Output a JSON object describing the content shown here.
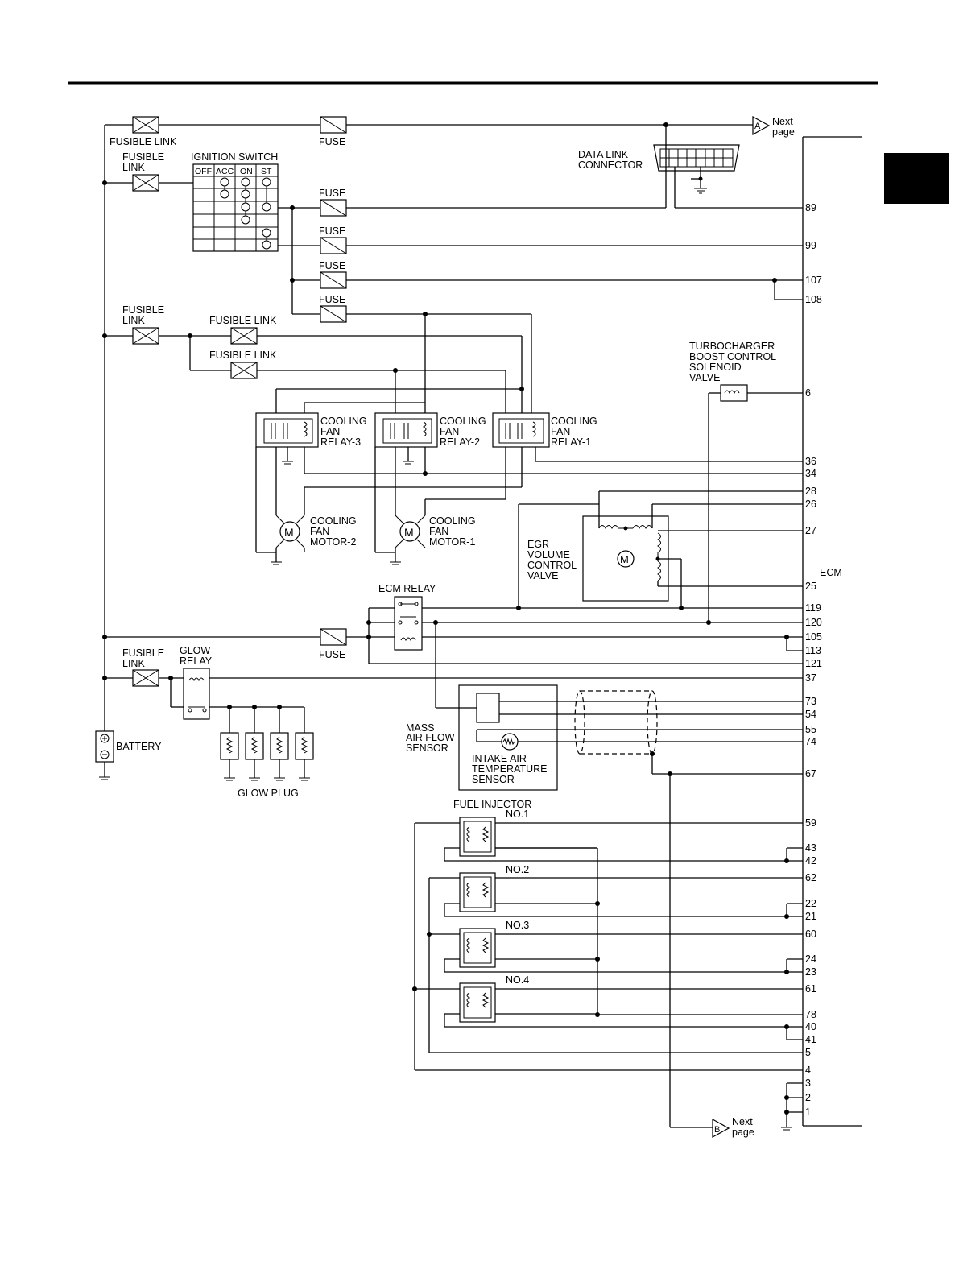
{
  "ecm": {
    "label": "ECM",
    "pins": [
      "89",
      "99",
      "107",
      "108",
      "6",
      "36",
      "34",
      "28",
      "26",
      "27",
      "25",
      "119",
      "120",
      "105",
      "113",
      "121",
      "37",
      "73",
      "54",
      "55",
      "74",
      "67",
      "59",
      "43",
      "42",
      "62",
      "22",
      "21",
      "60",
      "24",
      "23",
      "61",
      "78",
      "40",
      "41",
      "5",
      "4",
      "3",
      "2",
      "1"
    ]
  },
  "next_page": {
    "a_marker": "A",
    "b_marker": "B",
    "line1": "Next",
    "line2": "page"
  },
  "fuse": "FUSE",
  "fusible_link_inline": "FUSIBLE LINK",
  "fusible_link_l1": "FUSIBLE",
  "fusible_link_l2": "LINK",
  "ignition_switch": {
    "title": "IGNITION SWITCH",
    "positions": [
      "OFF",
      "ACC",
      "ON",
      "ST"
    ]
  },
  "data_link_connector": [
    "DATA LINK",
    "CONNECTOR"
  ],
  "turbo_solenoid": [
    "TURBOCHARGER",
    "BOOST CONTROL",
    "SOLENOID",
    "VALVE"
  ],
  "relays": {
    "line1": "COOLING",
    "line2": "FAN",
    "r3": "RELAY-3",
    "r2": "RELAY-2",
    "r1": "RELAY-1"
  },
  "motors": {
    "line1": "COOLING",
    "line2": "FAN",
    "m2": "MOTOR-2",
    "m1": "MOTOR-1",
    "symbol": "M"
  },
  "egr_valve": [
    "EGR",
    "VOLUME",
    "CONTROL",
    "VALVE"
  ],
  "ecm_relay": "ECM RELAY",
  "glow_relay": [
    "GLOW",
    "RELAY"
  ],
  "battery": "BATTERY",
  "glow_plug": "GLOW PLUG",
  "maf_sensor": [
    "MASS",
    "AIR FLOW",
    "SENSOR"
  ],
  "iat_sensor": [
    "INTAKE AIR",
    "TEMPERATURE",
    "SENSOR"
  ],
  "fuel_injector": {
    "title": "FUEL INJECTOR",
    "no1": "NO.1",
    "no2": "NO.2",
    "no3": "NO.3",
    "no4": "NO.4"
  }
}
